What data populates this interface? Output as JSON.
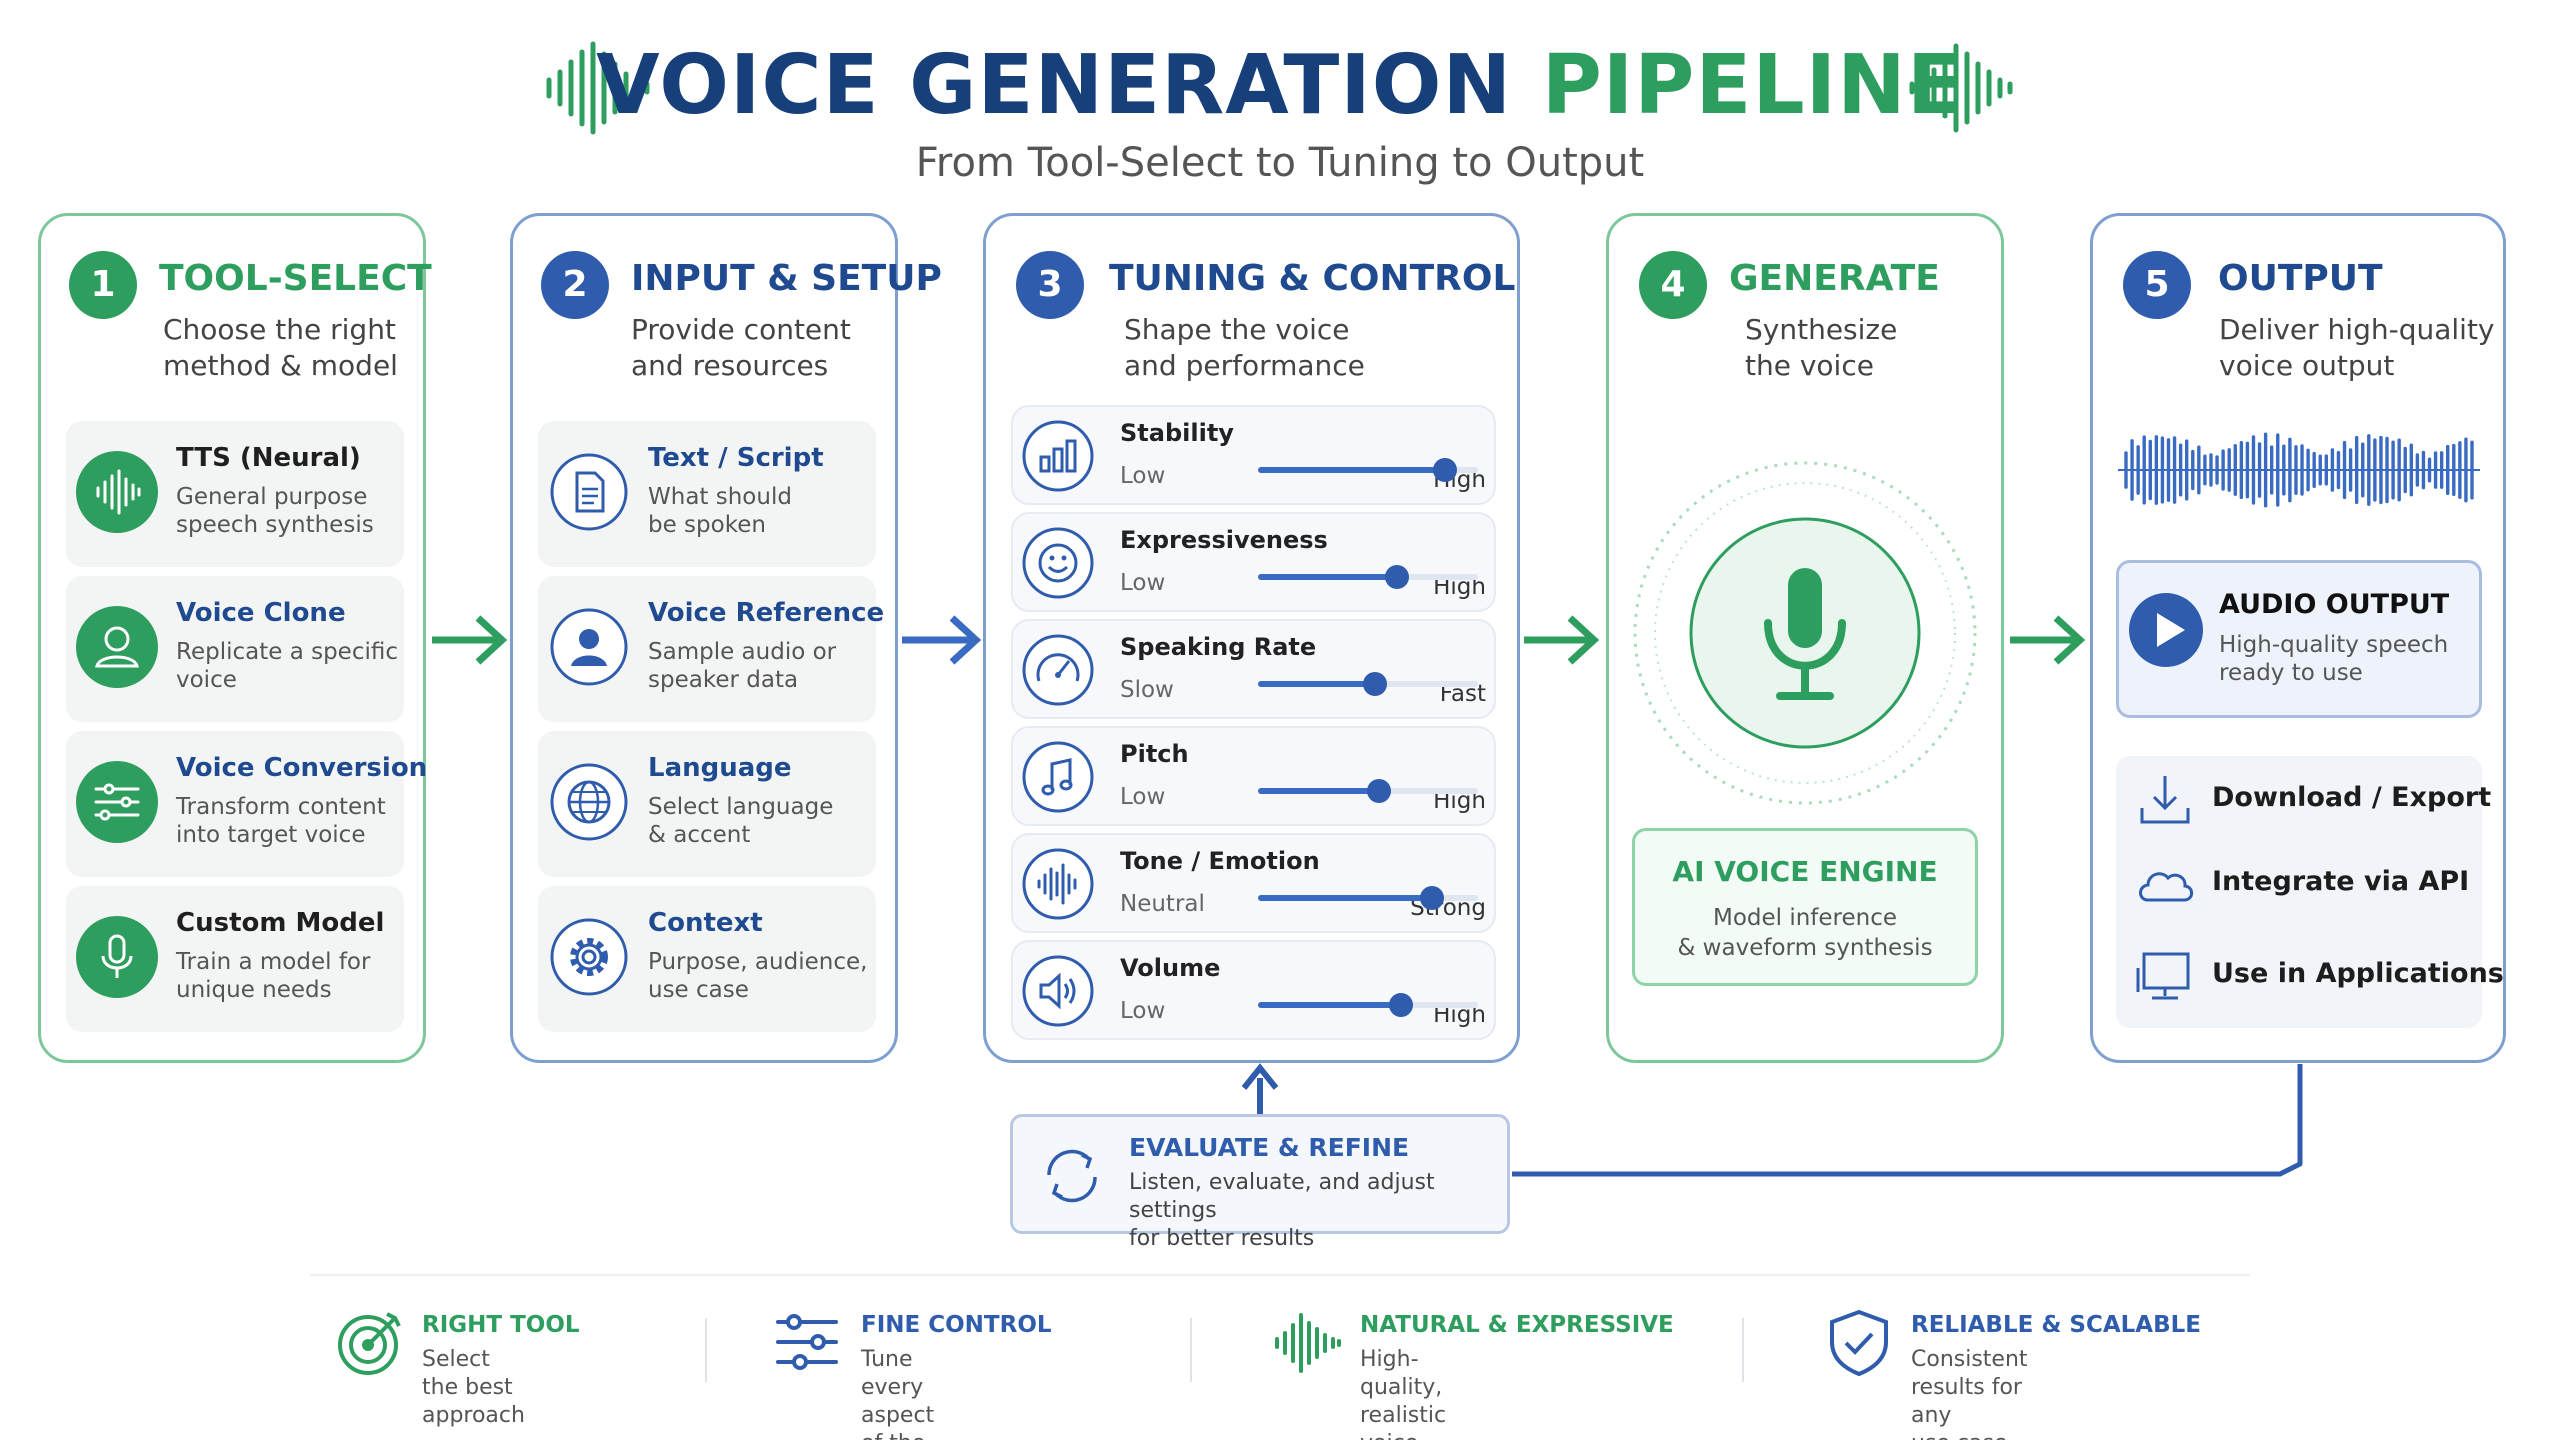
{
  "header": {
    "title_part1": "VOICE GENERATION",
    "title_part2": "PIPELINE",
    "subtitle": "From Tool-Select to Tuning to Output"
  },
  "colors": {
    "green": "#2e9e5f",
    "blue": "#2f5cac",
    "navy": "#173f7a",
    "light_green_border": "#7dc79b",
    "light_blue_border": "#7e9fd0"
  },
  "stages": [
    {
      "number": "1",
      "title": "TOOL-SELECT",
      "subtitle": "Choose the right\nmethod & model",
      "items": [
        {
          "icon": "waveform-icon",
          "title": "TTS (Neural)",
          "desc": "General purpose\nspeech synthesis"
        },
        {
          "icon": "person-icon",
          "title": "Voice Clone",
          "desc": "Replicate a specific\nvoice"
        },
        {
          "icon": "sliders-icon",
          "title": "Voice Conversion",
          "desc": "Transform content\ninto target voice"
        },
        {
          "icon": "microphone-icon",
          "title": "Custom Model",
          "desc": "Train a model for\nunique needs"
        }
      ]
    },
    {
      "number": "2",
      "title": "INPUT & SETUP",
      "subtitle": "Provide content\nand resources",
      "items": [
        {
          "icon": "document-icon",
          "title": "Text / Script",
          "desc": "What should\nbe spoken"
        },
        {
          "icon": "person-icon",
          "title": "Voice Reference",
          "desc": "Sample audio or\nspeaker data"
        },
        {
          "icon": "globe-icon",
          "title": "Language",
          "desc": "Select language\n& accent"
        },
        {
          "icon": "gear-icon",
          "title": "Context",
          "desc": "Purpose, audience,\nuse case"
        }
      ]
    },
    {
      "number": "3",
      "title": "TUNING & CONTROL",
      "subtitle": "Shape the voice\nand performance",
      "controls": [
        {
          "icon": "bar-chart-icon",
          "label": "Stability",
          "low": "Low",
          "high": "High",
          "value": 0.85
        },
        {
          "icon": "smiley-icon",
          "label": "Expressiveness",
          "low": "Low",
          "high": "High",
          "value": 0.63
        },
        {
          "icon": "speedometer-icon",
          "label": "Speaking Rate",
          "low": "Slow",
          "high": "Fast",
          "value": 0.53
        },
        {
          "icon": "music-note-icon",
          "label": "Pitch",
          "low": "Low",
          "high": "High",
          "value": 0.55
        },
        {
          "icon": "waveform-icon",
          "label": "Tone / Emotion",
          "low": "Neutral",
          "high": "Strong",
          "value": 0.79
        },
        {
          "icon": "speaker-icon",
          "label": "Volume",
          "low": "Low",
          "high": "High",
          "value": 0.65
        }
      ]
    },
    {
      "number": "4",
      "title": "GENERATE",
      "subtitle": "Synthesize\nthe voice",
      "engine": {
        "title": "AI VOICE ENGINE",
        "desc": "Model inference\n& waveform synthesis"
      }
    },
    {
      "number": "5",
      "title": "OUTPUT",
      "subtitle": "Deliver high-quality\nvoice output",
      "audio": {
        "title": "AUDIO OUTPUT",
        "desc": "High-quality speech\nready to use"
      },
      "actions": [
        {
          "icon": "download-icon",
          "label": "Download / Export"
        },
        {
          "icon": "cloud-icon",
          "label": "Integrate via API"
        },
        {
          "icon": "monitor-icon",
          "label": "Use in Applications"
        }
      ]
    }
  ],
  "evaluate": {
    "title": "EVALUATE & REFINE",
    "desc": "Listen, evaluate, and adjust settings\nfor better results"
  },
  "features": [
    {
      "icon": "target-icon",
      "title": "RIGHT TOOL",
      "desc": "Select the best approach"
    },
    {
      "icon": "sliders-icon",
      "title": "FINE CONTROL",
      "desc": "Tune every aspect\nof the voice"
    },
    {
      "icon": "waveform-icon",
      "title": "NATURAL & EXPRESSIVE",
      "desc": "High-quality, realistic\nvoice output"
    },
    {
      "icon": "shield-icon",
      "title": "RELIABLE & SCALABLE",
      "desc": "Consistent results for any\nuse case"
    }
  ]
}
